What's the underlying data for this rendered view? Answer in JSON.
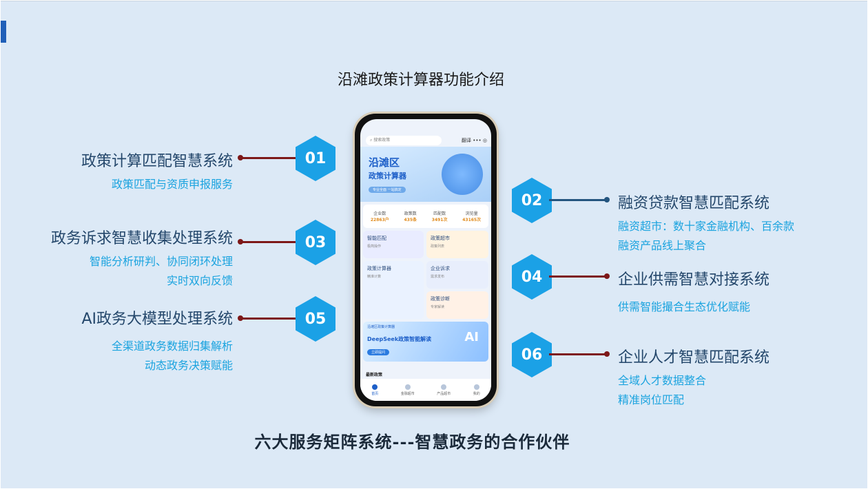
{
  "title": "沿滩政策计算器功能介绍",
  "features": [
    {
      "num": "01",
      "title": "政策计算匹配智慧系统",
      "lines": [
        "政策匹配与资质申报服务"
      ]
    },
    {
      "num": "02",
      "title": "融资贷款智慧匹配系统",
      "lines": [
        "融资超市：数十家金融机构、百余款",
        "融资产品线上聚合"
      ]
    },
    {
      "num": "03",
      "title": "政务诉求智慧收集处理系统",
      "lines": [
        "智能分析研判、协同闭环处理",
        "实时双向反馈"
      ]
    },
    {
      "num": "04",
      "title": "企业供需智慧对接系统",
      "lines": [
        "供需智能撮合生态优化赋能"
      ]
    },
    {
      "num": "05",
      "title": "AI政务大模型处理系统",
      "lines": [
        "全渠道政务数据归集解析",
        "动态政务决策赋能"
      ]
    },
    {
      "num": "06",
      "title": "企业人才智慧匹配系统",
      "lines": [
        "全域人才数据整合",
        "精准岗位匹配"
      ]
    }
  ],
  "bottom": "六大服务矩阵系统---智慧政务的合作伙伴",
  "phone": {
    "search_placeholder": "搜索政策",
    "translate": "翻译",
    "banner_line1": "沿滩区",
    "banner_line2": "政策计算器",
    "banner_tag": "专业全面 一站搞定",
    "stats": [
      {
        "label": "企业数",
        "value": "22863户"
      },
      {
        "label": "政策数",
        "value": "435条"
      },
      {
        "label": "匹配数",
        "value": "3491次"
      },
      {
        "label": "浏览量",
        "value": "43165次"
      }
    ],
    "cards": [
      {
        "title": "智能匹配",
        "sub": "极简操作"
      },
      {
        "title": "政策超市",
        "sub": "政策列表"
      },
      {
        "title": "政策计算器",
        "sub": "精准计算"
      },
      {
        "title": "企业诉求",
        "sub": "需求发布"
      },
      {
        "title": "政策诊断",
        "sub": "专家解读"
      }
    ],
    "ai_banner": {
      "tag": "沿滩区政策计算器",
      "title": "DeepSeek政策智能解读",
      "button": "立即提问",
      "badge": "AI"
    },
    "news": "最新政策",
    "tabs": [
      "首页",
      "金融超市",
      "产品超市",
      "我的"
    ]
  },
  "colors": {
    "hexagon": "#1ba1e6",
    "title_text": "#24476b",
    "subtitle_text": "#1aa3df",
    "line_red": "#7d1818",
    "line_blue": "#24557f",
    "background": "#dce9f6"
  }
}
